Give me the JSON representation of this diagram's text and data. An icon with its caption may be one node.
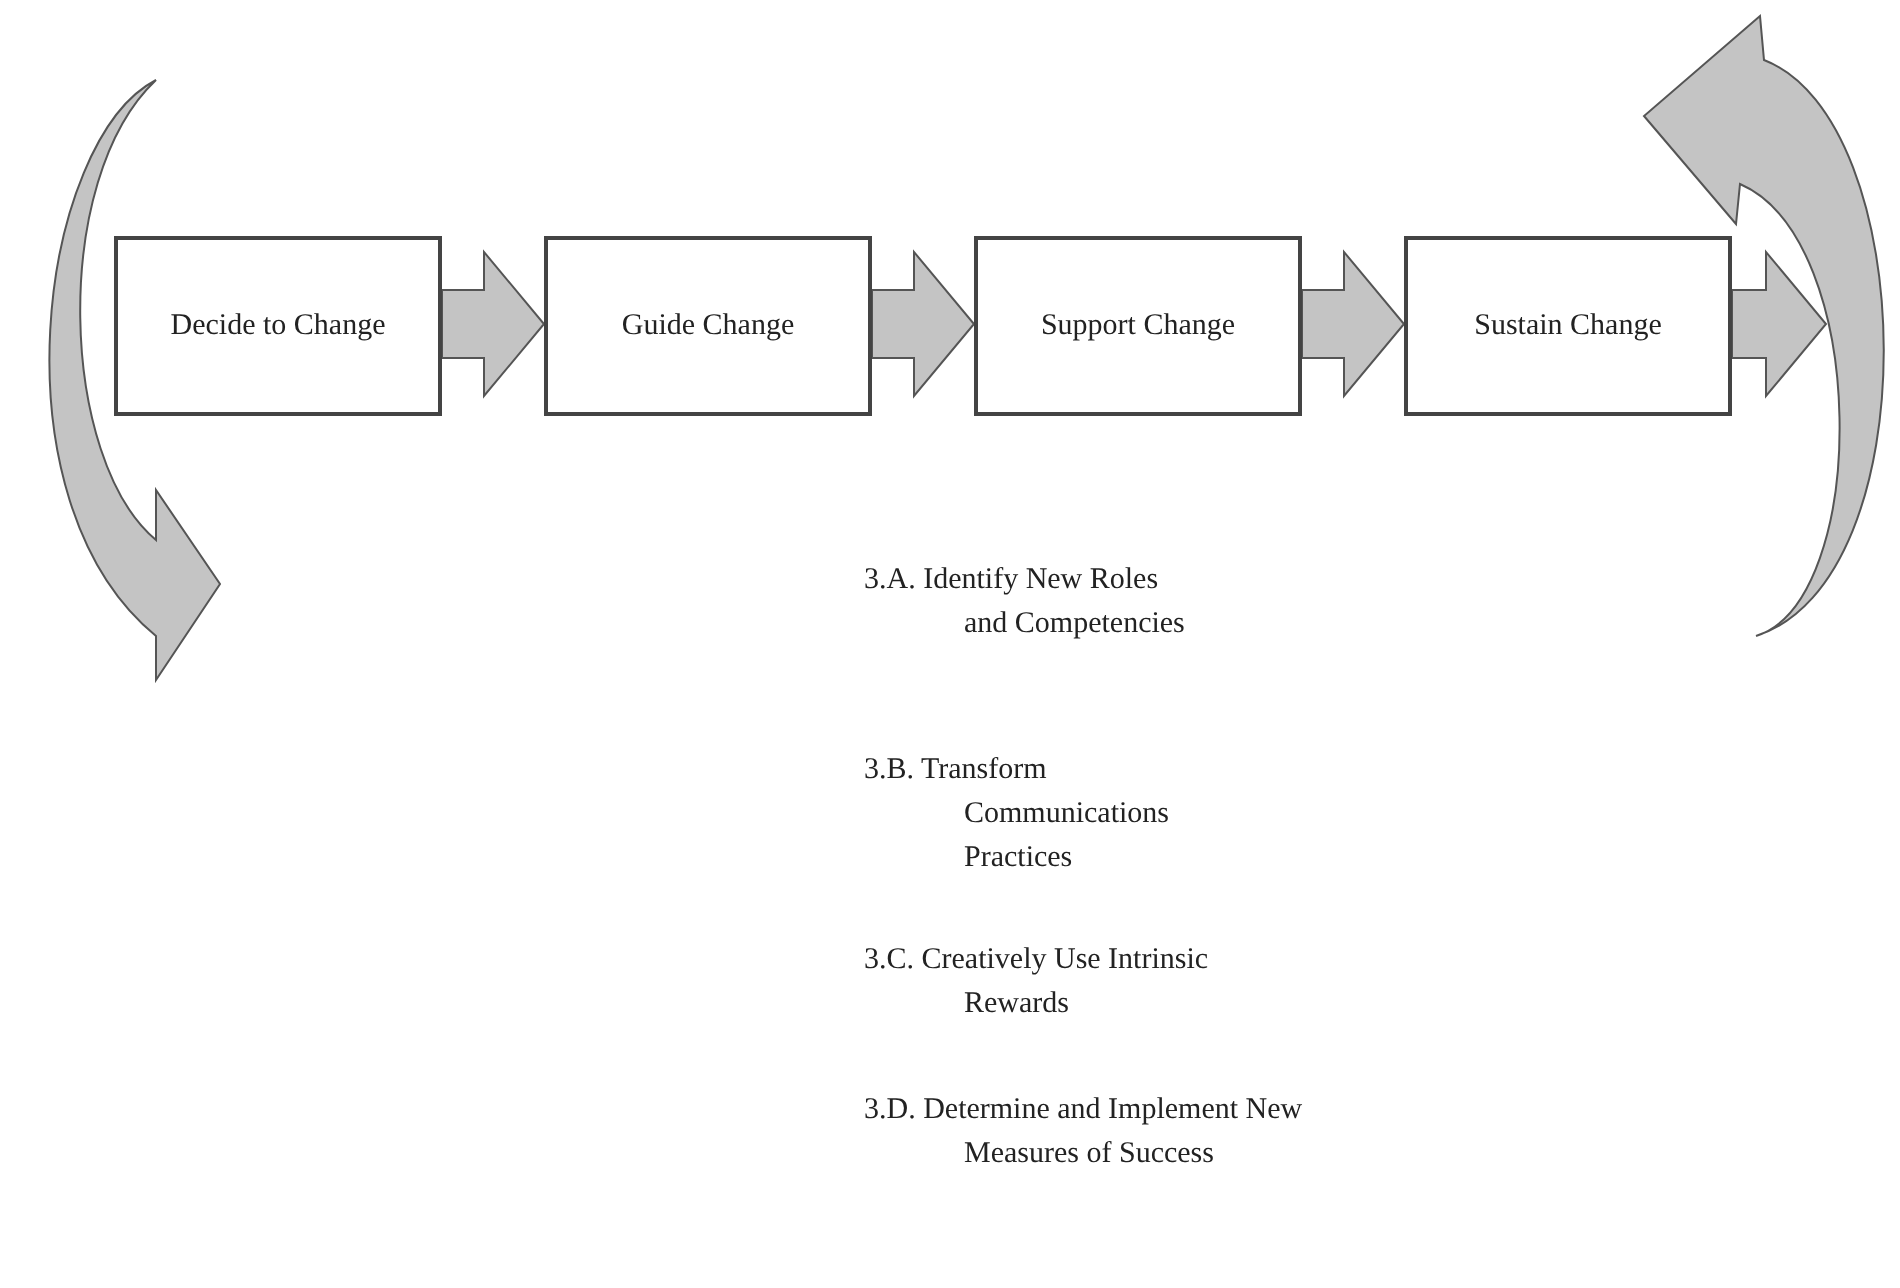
{
  "diagram": {
    "nodes": [
      {
        "text": [
          "Decide to Change"
        ]
      },
      {
        "text": [
          "Guide Change"
        ]
      },
      {
        "text": [
          "Support Change"
        ]
      },
      {
        "text": [
          "Sustain Change"
        ]
      }
    ],
    "edges": [
      {
        "from": 0,
        "to": 1,
        "arrow": "to",
        "style": "thick"
      },
      {
        "from": 1,
        "to": 2,
        "arrow": "to",
        "style": "thick"
      },
      {
        "from": 2,
        "to": 3,
        "arrow": "to",
        "style": "thick"
      },
      {
        "from": 3,
        "to": null,
        "arrow": "to",
        "style": "thick"
      }
    ],
    "labels": [
      "3.A. Identify New Roles and Competencies",
      "3.B. Transform Communications Practices",
      "3.C. Creatively Use Intrinsic Rewards",
      "3.D. Determine and Implement New Measures of Success"
    ]
  }
}
